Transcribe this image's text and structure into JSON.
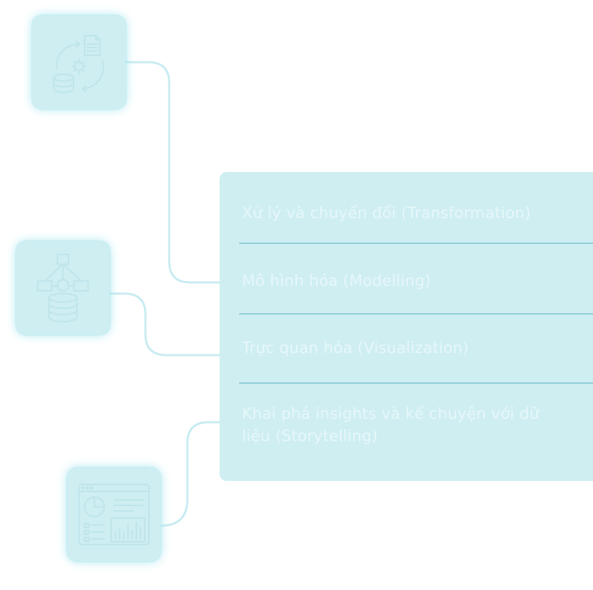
{
  "diagram": {
    "steps": [
      {
        "label": "Xử lý và chuyển đổi (Transformation)"
      },
      {
        "label": "Mô hình hóa (Modelling)"
      },
      {
        "label": "Trực quan hóa (Visualization)"
      },
      {
        "label": "Khai phá insights và kể chuyện với dữ liệu (Storytelling)"
      }
    ],
    "icons": [
      {
        "name": "data-transformation-icon"
      },
      {
        "name": "data-model-icon"
      },
      {
        "name": "dashboard-icon"
      }
    ],
    "colors": {
      "tile_background": "#cfeef2",
      "panel_background": "#cfeef2",
      "divider": "#8fcdd6",
      "connector": "#c8ecf1",
      "text": "#e6f7f9"
    }
  }
}
